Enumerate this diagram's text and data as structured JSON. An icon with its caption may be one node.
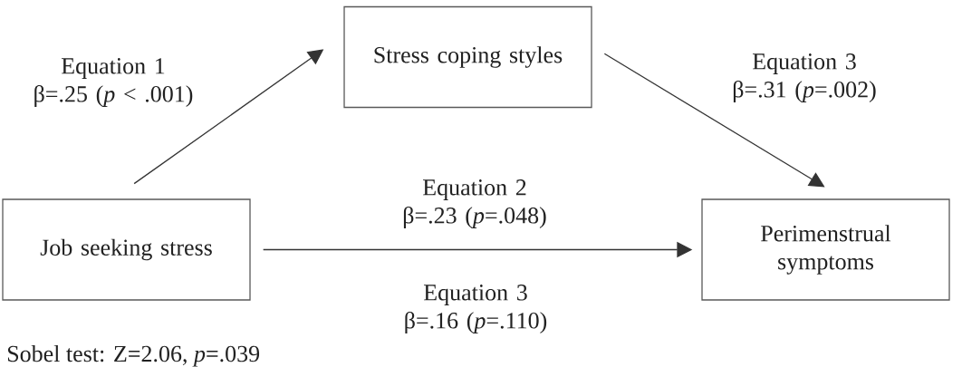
{
  "diagram": {
    "nodes": [
      {
        "text": [
          "Job seeking stress"
        ]
      },
      {
        "text": [
          "Stress coping styles"
        ]
      },
      {
        "text": [
          "Perimenstrual symptoms"
        ]
      }
    ],
    "edges": [
      {
        "from": 0,
        "to": 1,
        "arrow": "to",
        "label": "Equation 1 β=.25 (*p* < .001)"
      },
      {
        "from": 1,
        "to": 2,
        "arrow": "to",
        "label": "Equation 3 β=.31 (*p*=.002)"
      },
      {
        "from": 0,
        "to": 2,
        "arrow": "to",
        "label": "Equation 2 β=.23 (*p*=.048)"
      }
    ],
    "labels": [
      "Equation 3 β=.16 (*p*=.110)",
      "Sobel test: Z=2.06, *p*=.039"
    ]
  }
}
